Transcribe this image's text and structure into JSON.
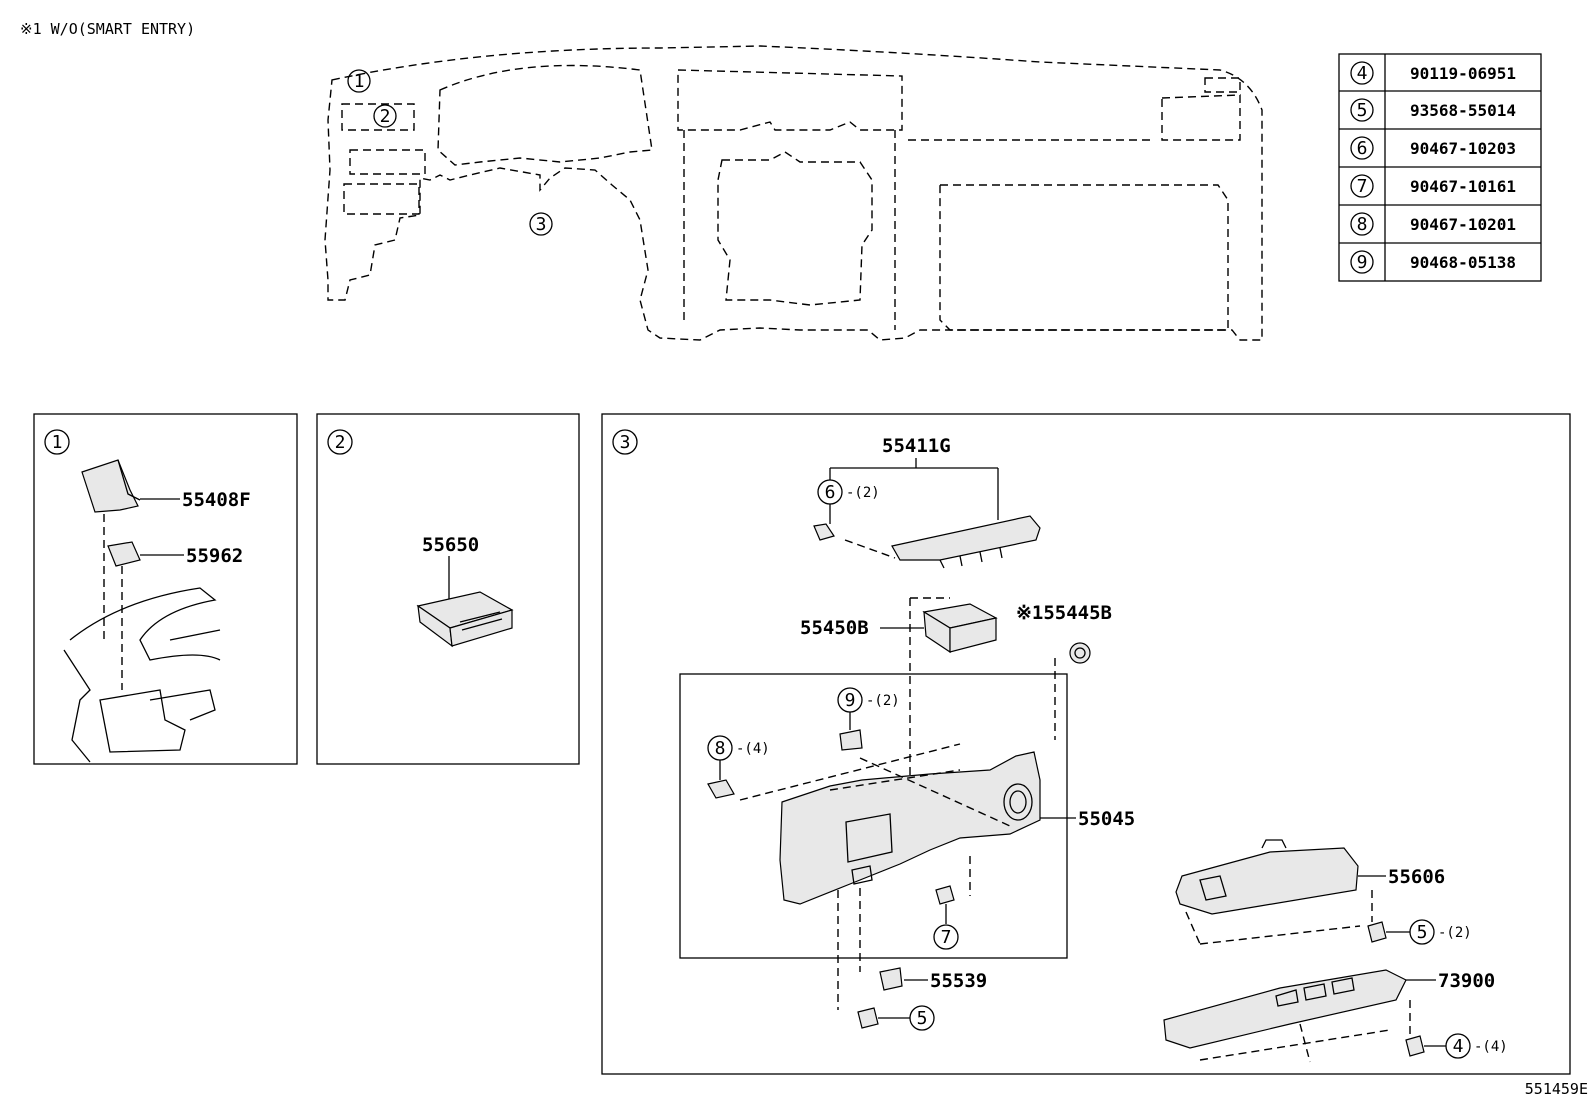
{
  "header_note": "※1 W/O(SMART ENTRY)",
  "footer_code": "551459E",
  "fastener_table": [
    {
      "ref": "4",
      "part_no": "90119-06951"
    },
    {
      "ref": "5",
      "part_no": "93568-55014"
    },
    {
      "ref": "6",
      "part_no": "90467-10203"
    },
    {
      "ref": "7",
      "part_no": "90467-10161"
    },
    {
      "ref": "8",
      "part_no": "90467-10201"
    },
    {
      "ref": "9",
      "part_no": "90468-05138"
    }
  ],
  "overview_callouts": [
    "1",
    "2",
    "3"
  ],
  "panel1": {
    "badge": "1",
    "labels": {
      "p55408f": "55408F",
      "p55962": "55962"
    }
  },
  "panel2": {
    "badge": "2",
    "labels": {
      "p55650": "55650"
    }
  },
  "panel3": {
    "badge": "3",
    "labels": {
      "p55411g": "55411G",
      "p55450b": "55450B",
      "p55445b": "※155445B",
      "p55045": "55045",
      "p55539": "55539",
      "p55606": "55606",
      "p73900": "73900"
    },
    "callouts": {
      "c6": {
        "ref": "6",
        "qty": "-(2)"
      },
      "c9": {
        "ref": "9",
        "qty": "-(2)"
      },
      "c8": {
        "ref": "8",
        "qty": "-(4)"
      },
      "c7": {
        "ref": "7",
        "qty": ""
      },
      "c5a": {
        "ref": "5",
        "qty": ""
      },
      "c5b": {
        "ref": "5",
        "qty": "-(2)"
      },
      "c4": {
        "ref": "4",
        "qty": "-(4)"
      }
    }
  }
}
